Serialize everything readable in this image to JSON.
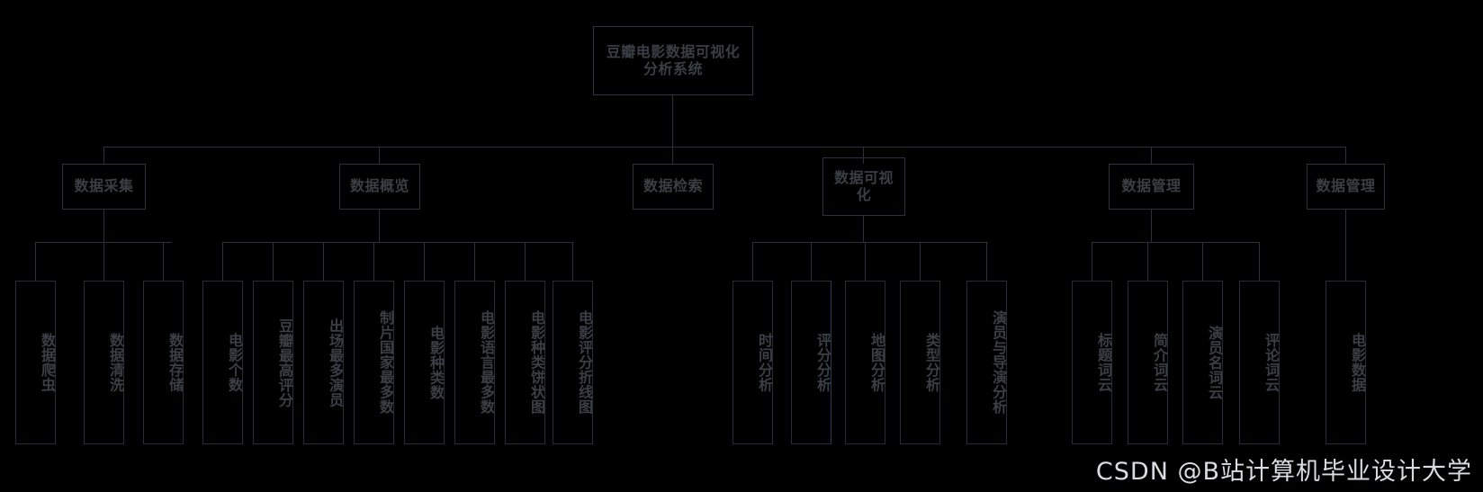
{
  "diagram": {
    "title": "豆瓣电影数据可视化分析系统",
    "type": "tree",
    "root": {
      "label": "豆瓣电影数据可视化分析系统"
    },
    "branches": [
      {
        "label": "数据采集"
      },
      {
        "label": "数据概览"
      },
      {
        "label": "数据检索"
      },
      {
        "label": "数据可视化"
      },
      {
        "label": "数据管理"
      },
      {
        "label": "数据管理"
      }
    ],
    "leaves": {
      "collection": [
        {
          "label": "数据爬虫"
        },
        {
          "label": "数据清洗"
        },
        {
          "label": "数据存储"
        }
      ],
      "overview": [
        {
          "label": "电影个数"
        },
        {
          "label": "豆瓣最高评分"
        },
        {
          "label": "出场最多演员"
        },
        {
          "label": "制片国家最多数"
        },
        {
          "label": "电影种类数"
        },
        {
          "label": "电影语言最多数"
        },
        {
          "label": "电影种类饼状图"
        },
        {
          "label": "电影评分折线图"
        }
      ],
      "visualization": [
        {
          "label": "时间分析"
        },
        {
          "label": "评分分析"
        },
        {
          "label": "地图分析"
        },
        {
          "label": "类型分析"
        },
        {
          "label": "演员与导演分析"
        }
      ],
      "management_wordcloud": [
        {
          "label": "标题词云"
        },
        {
          "label": "简介词云"
        },
        {
          "label": "演员名词云"
        },
        {
          "label": "评论词云"
        }
      ],
      "management_data": [
        {
          "label": "电影数据"
        }
      ]
    }
  },
  "watermark": {
    "text": "CSDN @B站计算机毕业设计大学"
  },
  "colors": {
    "background": "#000000",
    "box_border": "#2a3039",
    "text": "#3a3f46",
    "accent_border": "#2b3566",
    "watermark_text": "#d9dde2"
  }
}
